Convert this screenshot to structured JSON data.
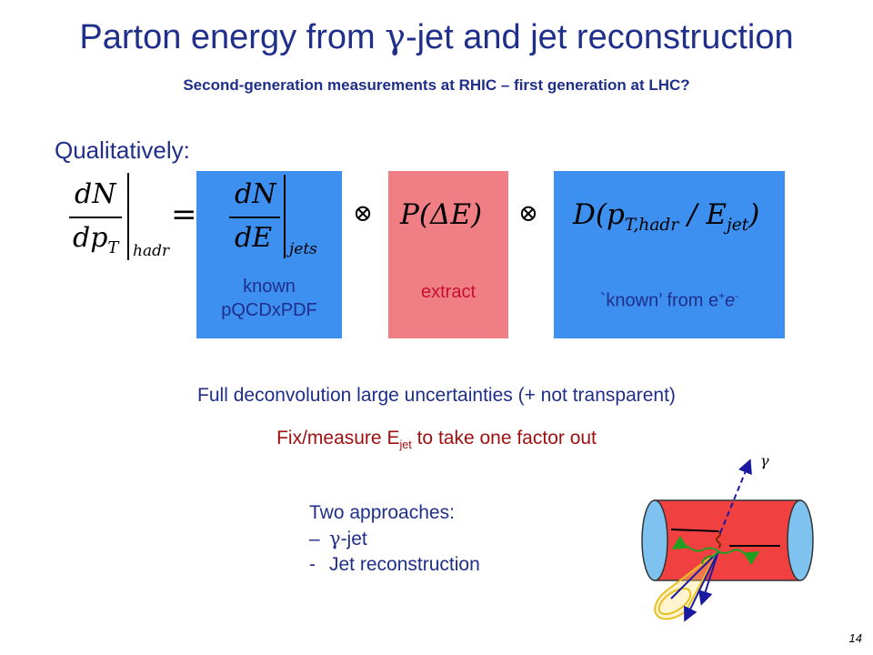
{
  "title": {
    "prefix": "Parton energy from ",
    "gamma": "γ",
    "suffix": "-jet and jet reconstruction"
  },
  "subtitle": "Second-generation measurements at RHIC – first generation at LHC?",
  "qualitatively": "Qualitatively:",
  "formula": {
    "lhs_num": "dN",
    "lhs_den": "dp",
    "lhs_den_sub": "T",
    "lhs_sub": "hadr",
    "equals": "=",
    "jets_num": "dN",
    "jets_den": "dE",
    "jets_sub": "jets",
    "otimes": "⊗",
    "loss": "P(ΔE)",
    "frag_prefix": "D(p",
    "frag_sub1": "T,hadr",
    "frag_mid": " / E",
    "frag_sub2": "jet",
    "frag_suffix": ")"
  },
  "boxes": {
    "known_line1": "known",
    "known_line2": "pQCDxPDF",
    "extract": "extract",
    "known_ee_prefix": "`known’ from e",
    "ee_plus": "+",
    "ee_e": "e",
    "ee_minus": "-"
  },
  "deconvolution": "Full deconvolution large uncertainties (+ not transparent)",
  "fix": {
    "prefix": "Fix/measure E",
    "sub": "jet",
    "suffix": " to take one factor out"
  },
  "approaches": {
    "heading": "Two approaches:",
    "item1_bullet": "–",
    "item1_gamma": "γ",
    "item1_rest": "-jet",
    "item2_bullet": "-",
    "item2_text": "Jet reconstruction"
  },
  "diagram": {
    "gamma_label": "γ"
  },
  "page_number": "14"
}
